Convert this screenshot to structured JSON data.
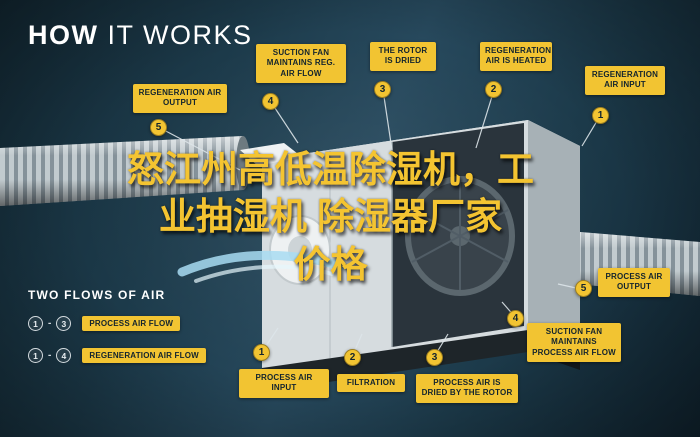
{
  "header": {
    "title_bold": "HOW",
    "title_light": "IT WORKS"
  },
  "overlay": {
    "lines": [
      "怒江州高低温除湿机，工",
      "业抽湿机  除湿器厂家",
      "价格"
    ],
    "color": "#f4c431"
  },
  "callouts": [
    {
      "key": "regeneration-air-output",
      "number": "5",
      "label": "REGENERATION AIR OUTPUT"
    },
    {
      "key": "suction-fan-reg-air-flow",
      "number": "4",
      "label": "SUCTION FAN MAINTAINS REG. AIR FLOW"
    },
    {
      "key": "the-rotor-is-dried",
      "number": "3",
      "label": "THE ROTOR IS DRIED"
    },
    {
      "key": "regeneration-air-is-heated",
      "number": "2",
      "label": "REGENERATION AIR IS HEATED"
    },
    {
      "key": "regeneration-air-input",
      "number": "1",
      "label": "REGENERATION AIR INPUT"
    },
    {
      "key": "process-air-output",
      "number": "5",
      "label": "PROCESS AIR OUTPUT"
    },
    {
      "key": "process-air-input",
      "number": "1",
      "label": "PROCESS AIR INPUT"
    },
    {
      "key": "filtration",
      "number": "2",
      "label": "FILTRATION"
    },
    {
      "key": "process-air-is-dried-by-the-rotor",
      "number": "3",
      "label": "PROCESS AIR IS DRIED BY THE ROTOR"
    },
    {
      "key": "suction-fan-maintains-process-air-flow",
      "number": "4",
      "label": "SUCTION FAN MAINTAINS PROCESS AIR FLOW"
    }
  ],
  "legend": {
    "heading": "TWO FLOWS OF AIR",
    "separator": "-",
    "items": [
      {
        "from": "1",
        "to": "3",
        "label": "PROCESS AIR FLOW"
      },
      {
        "from": "1",
        "to": "4",
        "label": "REGENERATION AIR FLOW"
      }
    ]
  },
  "colors": {
    "accent": "#f2c432",
    "background": "#1d3a4b"
  }
}
